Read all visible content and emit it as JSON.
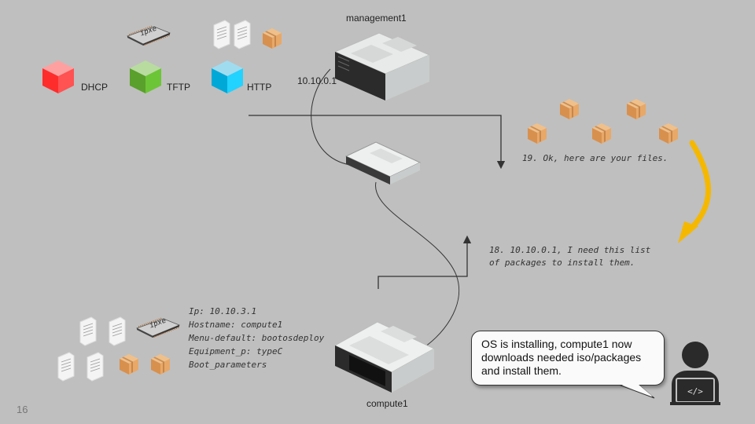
{
  "slide_number": "16",
  "services": [
    {
      "label": "DHCP",
      "color": "#ff3b3b",
      "icon": "red-cube-icon"
    },
    {
      "label": "TFTP",
      "color": "#6abf3a",
      "icon": "green-cube-icon"
    },
    {
      "label": "HTTP",
      "color": "#1fbfe8",
      "icon": "blue-cube-icon"
    }
  ],
  "chip_label": "ipxe",
  "management": {
    "name": "management1",
    "ip": "10.10.0.1"
  },
  "compute": {
    "name": "compute1",
    "details": [
      "Ip: 10.10.3.1",
      "Hostname: compute1",
      "Menu-default: bootosdeploy",
      "Equipment_p: typeC",
      "Boot_parameters"
    ]
  },
  "messages": {
    "step19": "19. Ok, here are your files.",
    "step18_line1": "18. 10.10.0.1, I need this list",
    "step18_line2": "of packages to install them."
  },
  "bubble": {
    "line1": "OS is installing, compute1 now",
    "line2": "downloads needed iso/packages",
    "line3": "and install them."
  },
  "colors": {
    "background": "#bfbfbf",
    "arrow": "#f5b800",
    "package": "#e0a060"
  }
}
